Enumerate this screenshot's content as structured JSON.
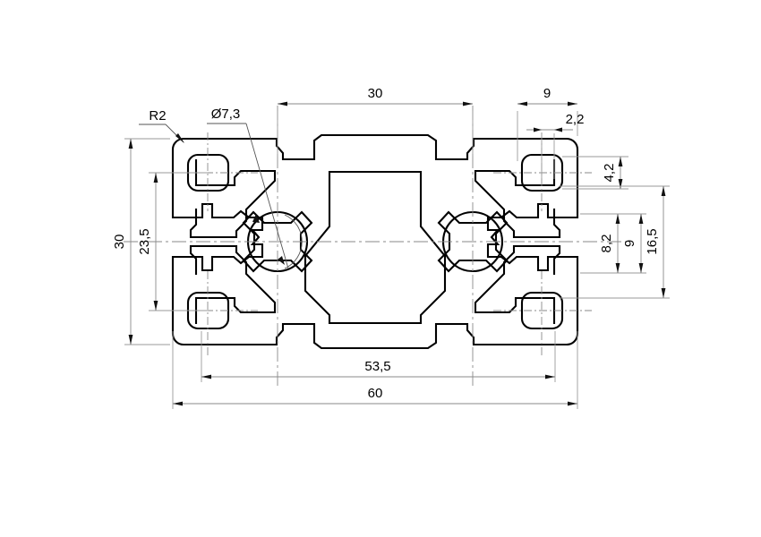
{
  "drawing": {
    "title": "Aluminium extrusion profile cross-section 30 x 60",
    "units": "mm",
    "view": "cross-section",
    "background_color": "#ffffff",
    "line_color": "#000000",
    "dimension_color": "#8a8a8a"
  },
  "dimensions": {
    "overall_width": "60",
    "inner_width": "53,5",
    "half_width": "30",
    "overall_height": "30",
    "inner_height": "23,5",
    "corner_offset": "9",
    "slot_gap": "2,2",
    "hole_height": "4,2",
    "slot_depth": "8,2",
    "slot_width": "9",
    "flange_span": "16,5"
  },
  "annotations": {
    "radius_note": "R2",
    "bore_note": "Ø7,3"
  },
  "labels": [
    {
      "id": "dim-30-top",
      "text": "30",
      "orientation": "horizontal"
    },
    {
      "id": "dim-9-top",
      "text": "9",
      "orientation": "horizontal"
    },
    {
      "id": "dim-22-top",
      "text": "2,2",
      "orientation": "horizontal"
    },
    {
      "id": "dim-30-left",
      "text": "30",
      "orientation": "vertical"
    },
    {
      "id": "dim-235-left",
      "text": "23,5",
      "orientation": "vertical"
    },
    {
      "id": "dim-42-right",
      "text": "4,2",
      "orientation": "vertical"
    },
    {
      "id": "dim-82-right",
      "text": "8,2",
      "orientation": "vertical"
    },
    {
      "id": "dim-9-right",
      "text": "9",
      "orientation": "vertical"
    },
    {
      "id": "dim-165-right",
      "text": "16,5",
      "orientation": "vertical"
    },
    {
      "id": "dim-535-bot",
      "text": "53,5",
      "orientation": "horizontal"
    },
    {
      "id": "dim-60-bot",
      "text": "60",
      "orientation": "horizontal"
    },
    {
      "id": "note-r2",
      "text": "R2",
      "orientation": "horizontal"
    },
    {
      "id": "note-bore",
      "text": "Ø7,3",
      "orientation": "horizontal"
    }
  ]
}
